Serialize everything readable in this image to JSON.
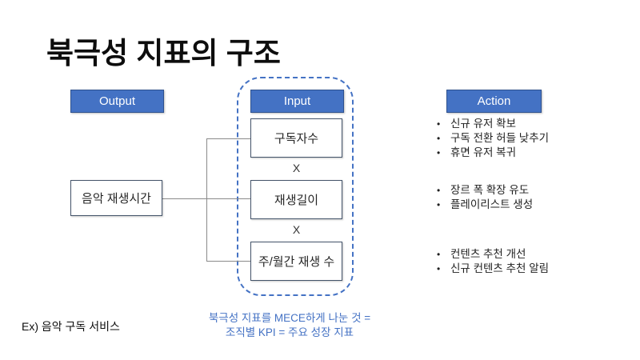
{
  "title": "북극성 지표의 구조",
  "colors": {
    "accent_blue": "#4472C4",
    "header_border": "#2F528F",
    "metric_box_border": "#44546A",
    "connector_gray": "#8a8a8a"
  },
  "columns": {
    "output": {
      "header": "Output",
      "metric": "음악 재생시간"
    },
    "input": {
      "header": "Input",
      "metrics": [
        "구독자수",
        "재생길이",
        "주/월간 재생 수"
      ],
      "operator": "X"
    },
    "action": {
      "header": "Action",
      "groups": [
        {
          "items": [
            "신규 유저 확보",
            "구독 전환 허들 낮추기",
            "휴면 유저 복귀"
          ]
        },
        {
          "items": [
            "장르 폭 확장 유도",
            "플레이리스트 생성"
          ]
        },
        {
          "items": [
            "컨텐츠 추천 개선",
            "신규 컨텐츠 추천 알림"
          ]
        }
      ]
    }
  },
  "footer": {
    "example": "Ex) 음악 구독 서비스",
    "caption_line1": "북극성 지표를 MECE하게 나눈 것 =",
    "caption_line2": "조직별 KPI = 주요 성장 지표"
  }
}
